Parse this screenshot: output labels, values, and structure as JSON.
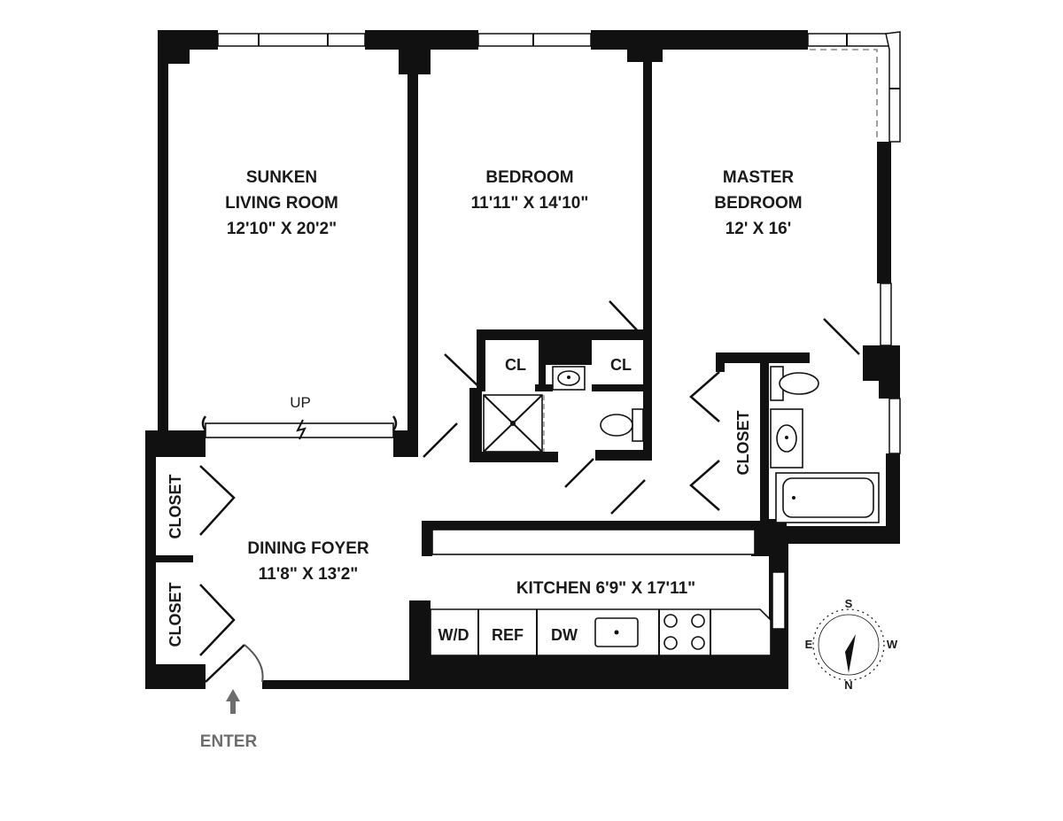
{
  "rooms": {
    "living": {
      "line1": "SUNKEN",
      "line2": "LIVING ROOM",
      "dims": "12'10\" X 20'2\""
    },
    "bedroom": {
      "line1": "BEDROOM",
      "dims": "11'11\" X 14'10\""
    },
    "master": {
      "line1": "MASTER",
      "line2": "BEDROOM",
      "dims": "12' X 16'"
    },
    "dining": {
      "line1": "DINING FOYER",
      "dims": "11'8\" X 13'2\""
    },
    "kitchen": {
      "label": "KITCHEN 6'9\" X 17'11\""
    }
  },
  "closets": {
    "cl_left": "CL",
    "cl_right": "CL",
    "closet_master": "CLOSET",
    "closet_foyer_top": "CLOSET",
    "closet_foyer_bottom": "CLOSET"
  },
  "appliances": {
    "wd": "W/D",
    "ref": "REF",
    "dw": "DW"
  },
  "step_label": "UP",
  "entry_label": "ENTER",
  "compass": {
    "s": "S",
    "w": "W",
    "n": "N",
    "e": "E"
  }
}
